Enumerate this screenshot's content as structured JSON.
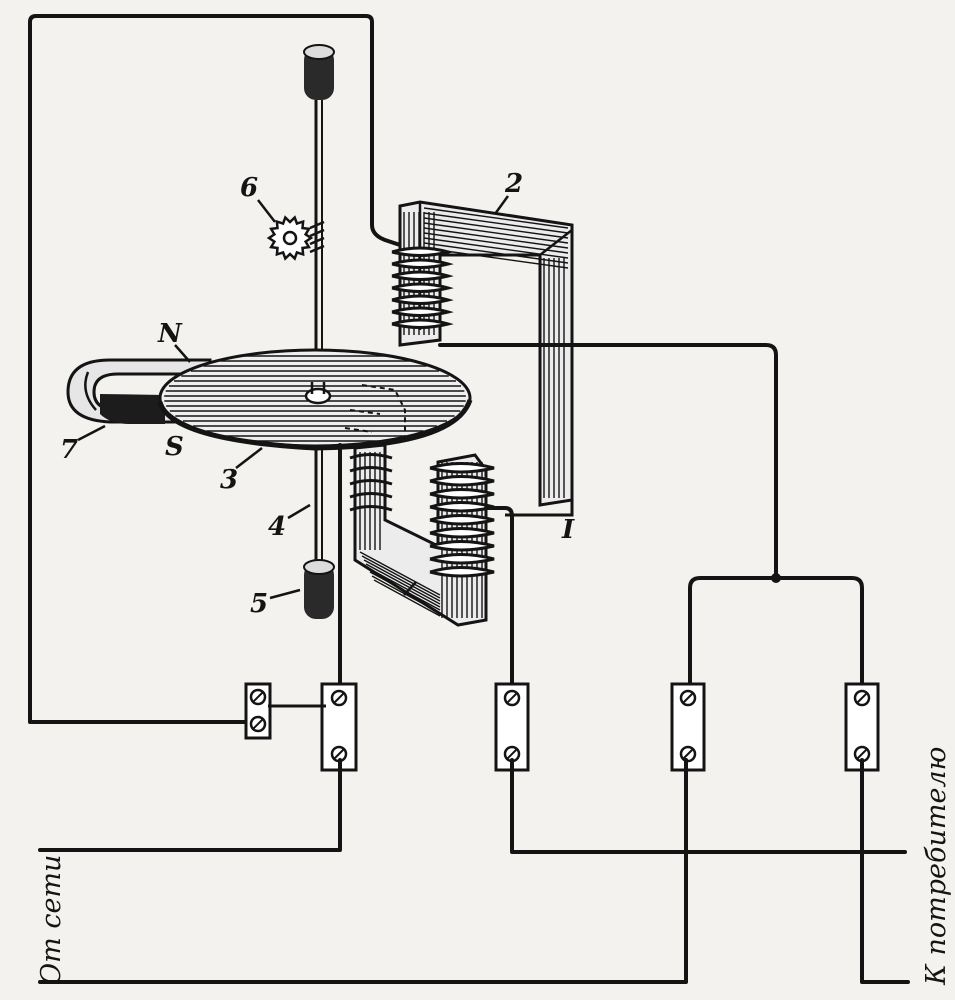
{
  "labels": {
    "coil_2": "2",
    "gear_6": "6",
    "magnet_north": "N",
    "magnet_south": "S",
    "magnet_7": "7",
    "disc_3": "3",
    "axle_4": "4",
    "bearing_5": "5",
    "core_1": "I"
  },
  "captions": {
    "from_network": "От сети",
    "to_consumer": "К потребителю"
  }
}
